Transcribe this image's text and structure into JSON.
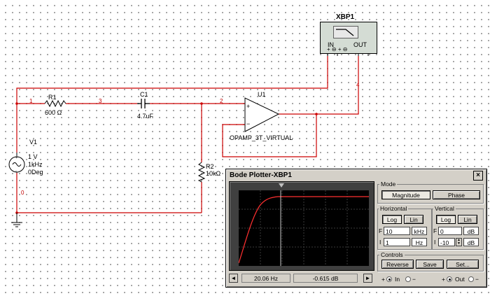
{
  "schematic": {
    "r1": {
      "ref": "R1",
      "value": "600 Ω"
    },
    "c1": {
      "ref": "C1",
      "value": "4.7uF"
    },
    "v1": {
      "ref": "V1",
      "amplitude": "1 V",
      "frequency": "1kHz",
      "phase": "0Deg"
    },
    "r2": {
      "ref": "R2",
      "value": "10kΩ"
    },
    "u1": {
      "ref": "U1",
      "model": "OPAMP_3T_VIRTUAL",
      "plus": "+",
      "minus": "−"
    },
    "xbp1": {
      "ref": "XBP1",
      "in_label": "IN",
      "out_label": "OUT"
    },
    "nets": {
      "n1": "1",
      "n3": "3",
      "n2": "2",
      "n4": "4",
      "n0": "0"
    },
    "wire_color": "#cc0000"
  },
  "bode": {
    "title": "Bode Plotter-XBP1",
    "close": "×",
    "mode": {
      "title": "Mode",
      "magnitude": "Magnitude",
      "phase": "Phase",
      "selected": "Magnitude"
    },
    "horizontal": {
      "title": "Horizontal",
      "log": "Log",
      "lin": "Lin",
      "selected": "Log",
      "f_label": "F",
      "f_value": "10",
      "f_unit": "kHz",
      "i_label": "I",
      "i_value": "1",
      "i_unit": "Hz"
    },
    "vertical": {
      "title": "Vertical",
      "log": "Log",
      "lin": "Lin",
      "selected": "Log",
      "f_label": "F",
      "f_value": "0",
      "f_unit": "dB",
      "i_label": "I",
      "i_value": "-10",
      "i_unit": "dB"
    },
    "controls": {
      "title": "Controls",
      "reverse": "Reverse",
      "save": "Save",
      "set": "Set..."
    },
    "terminals": {
      "plus": "+",
      "in": "In",
      "minus": "−",
      "out": "Out"
    },
    "status": {
      "left_arrow": "◄",
      "right_arrow": "►",
      "frequency": "20.06  Hz",
      "magnitude": "-0.615 dB"
    },
    "trace_color": "#ff3030",
    "cursor_color": "#cccccc"
  }
}
